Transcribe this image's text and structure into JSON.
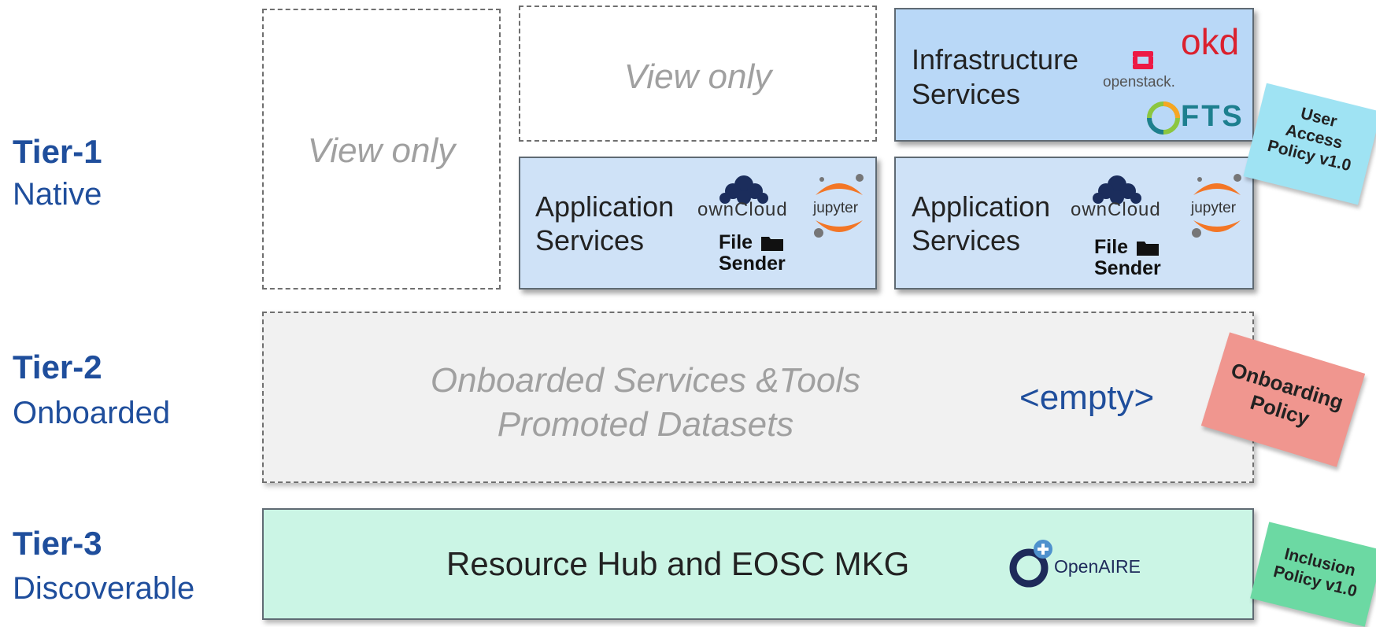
{
  "tiers": [
    {
      "name": "Tier-1",
      "sub": "Native"
    },
    {
      "name": "Tier-2",
      "sub": "Onboarded"
    },
    {
      "name": "Tier-3",
      "sub": "Discoverable"
    }
  ],
  "tier1": {
    "view_only_left": "View only",
    "view_only_top": "View only",
    "infrastructure": {
      "title_line1": "Infrastructure",
      "title_line2": "Services",
      "logos": {
        "openstack": "openstack.",
        "okd": "okd",
        "fts": "FTS"
      }
    },
    "application_boxes": [
      {
        "title_line1": "Application",
        "title_line2": "Services",
        "owncloud": "ownCloud",
        "jupyter": "jupyter",
        "filesender_line1": "File",
        "filesender_line2": "Sender"
      },
      {
        "title_line1": "Application",
        "title_line2": "Services",
        "owncloud": "ownCloud",
        "jupyter": "jupyter",
        "filesender_line1": "File",
        "filesender_line2": "Sender"
      }
    ]
  },
  "tier2": {
    "line1": "Onboarded Services &Tools",
    "line2": "Promoted Datasets",
    "empty": "<empty>"
  },
  "tier3": {
    "title": "Resource Hub and EOSC MKG",
    "logo_text": "OpenAIRE"
  },
  "policies": [
    {
      "lines": [
        "User",
        "Access",
        "Policy v1.0"
      ],
      "color": "#9fe3f3"
    },
    {
      "lines": [
        "Onboarding",
        "Policy"
      ],
      "color": "#f0968f"
    },
    {
      "lines": [
        "Inclusion",
        "Policy v1.0"
      ],
      "color": "#6cd9a3"
    }
  ],
  "colors": {
    "tier_text": "#1f4e9c",
    "view_only_text": "#a0a0a0",
    "app_box": "#cfe2f7",
    "infra_box": "#b9d8f7",
    "tier2_box": "#f1f1f1",
    "tier3_box": "#cbf5e5",
    "openstack_red": "#ed1944",
    "okd_red": "#db212e",
    "fts_teal": "#1d7f8f",
    "jupyter_orange": "#f37626",
    "owncloud_navy": "#1b2d5c",
    "openaire_navy": "#1e2a5a",
    "openaire_blue": "#4f91cd"
  },
  "icons": [
    "openstack-logo",
    "okd-logo",
    "fts-logo",
    "owncloud-logo",
    "jupyter-logo",
    "filesender-logo",
    "openaire-logo"
  ]
}
